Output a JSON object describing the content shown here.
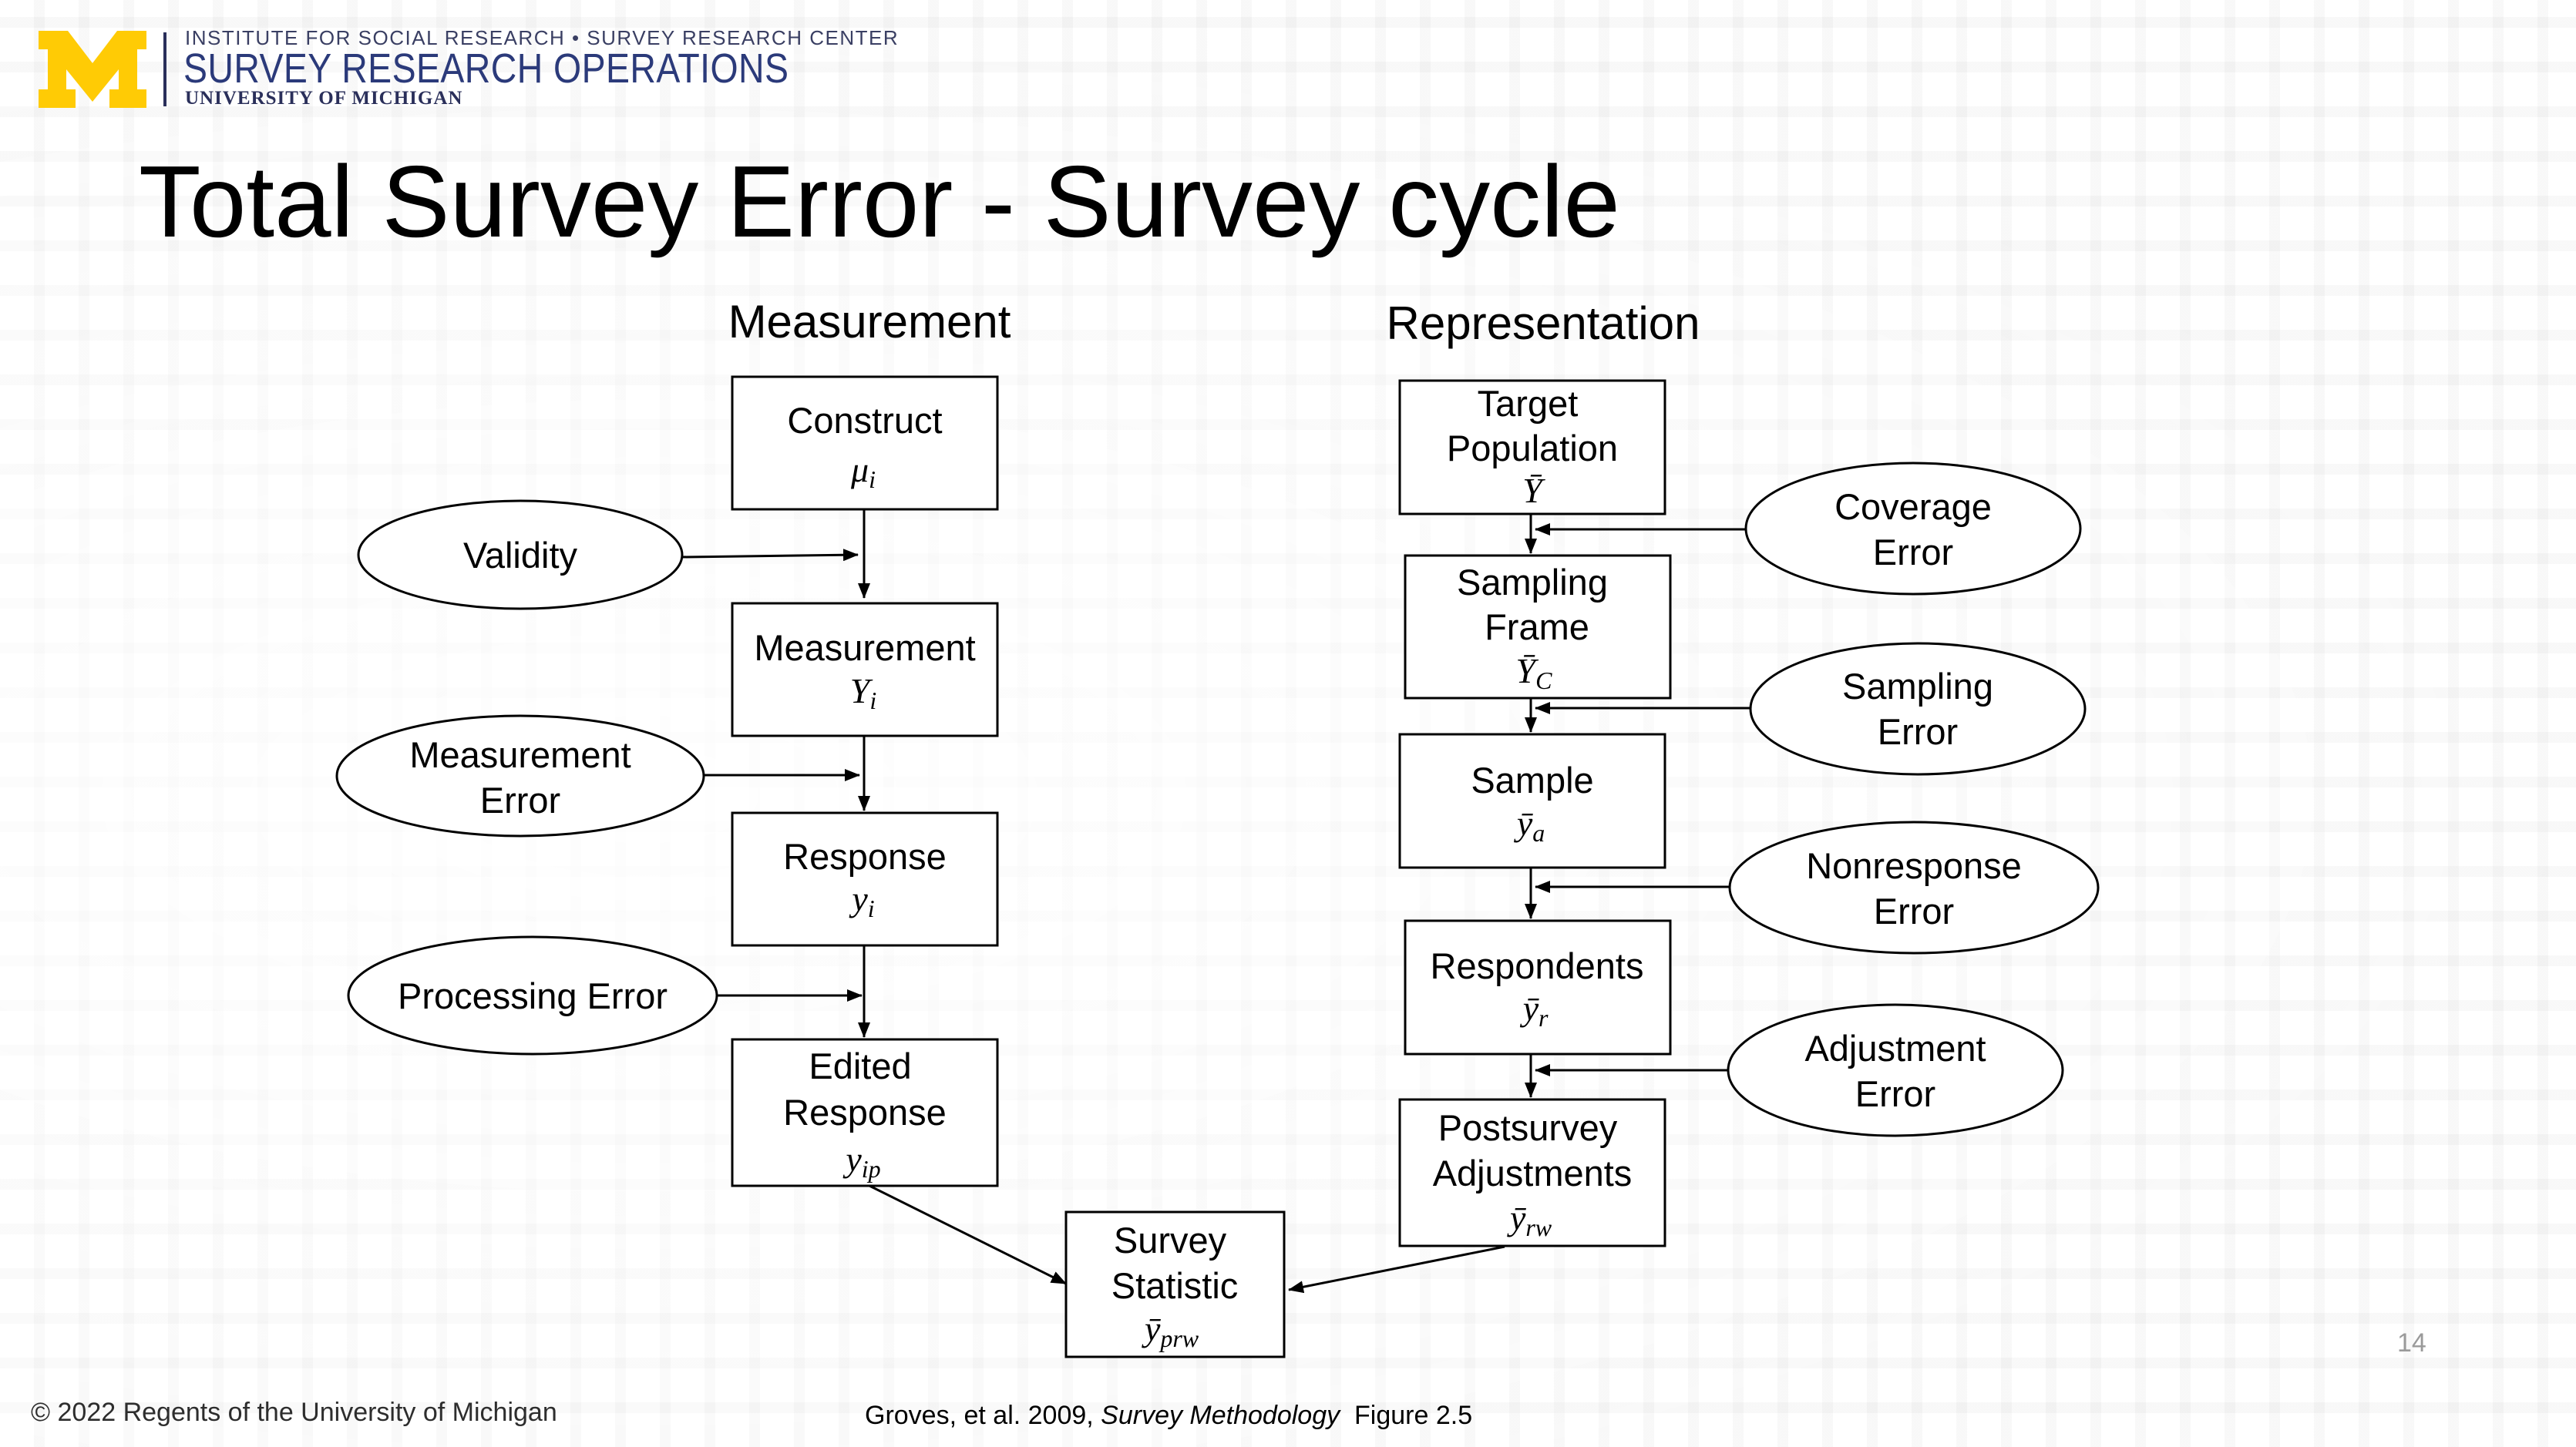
{
  "header": {
    "logo_line1": "INSTITUTE FOR SOCIAL RESEARCH • SURVEY RESEARCH CENTER",
    "logo_line2": "SURVEY RESEARCH OPERATIONS",
    "logo_line3": "UNIVERSITY OF MICHIGAN",
    "brand_colors": {
      "maize": "#FFCB05",
      "blue": "#2B3A7A"
    }
  },
  "slide": {
    "title": "Total Survey Error - Survey cycle",
    "page_number": "14"
  },
  "diagram": {
    "measurement_heading": "Measurement",
    "representation_heading": "Representation",
    "measurement_boxes": [
      {
        "label": "Construct",
        "symbol": "μ",
        "sub": "i"
      },
      {
        "label": "Measurement",
        "symbol": "Y",
        "sub": "i"
      },
      {
        "label": "Response",
        "symbol": "y",
        "sub": "i"
      },
      {
        "label_line1": "Edited",
        "label_line2": "Response",
        "symbol": "y",
        "sub": "ip"
      }
    ],
    "measurement_errors": [
      {
        "label": "Validity"
      },
      {
        "label_line1": "Measurement",
        "label_line2": "Error"
      },
      {
        "label": "Processing Error"
      }
    ],
    "representation_boxes": [
      {
        "label_line1": "Target",
        "label_line2": "Population",
        "symbol": "Ȳ"
      },
      {
        "label_line1": "Sampling",
        "label_line2": "Frame",
        "symbol": "Ȳ",
        "sub": "C"
      },
      {
        "label": "Sample",
        "symbol": "ȳ",
        "sub": "a"
      },
      {
        "label": "Respondents",
        "symbol": "ȳ",
        "sub": "r"
      },
      {
        "label_line1": "Postsurvey",
        "label_line2": "Adjustments",
        "symbol": "ȳ",
        "sub": "rw"
      }
    ],
    "representation_errors": [
      {
        "label_line1": "Coverage",
        "label_line2": "Error"
      },
      {
        "label_line1": "Sampling",
        "label_line2": "Error"
      },
      {
        "label_line1": "Nonresponse",
        "label_line2": "Error"
      },
      {
        "label_line1": "Adjustment",
        "label_line2": "Error"
      }
    ],
    "survey_statistic": {
      "label_line1": "Survey",
      "label_line2": "Statistic",
      "symbol": "ȳ",
      "sub": "prw"
    }
  },
  "footer": {
    "copyright": "© 2022 Regents of the University of Michigan",
    "citation_prefix": "Groves, et al. 2009, ",
    "citation_title": "Survey Methodology",
    "citation_suffix": "  Figure 2.5"
  }
}
